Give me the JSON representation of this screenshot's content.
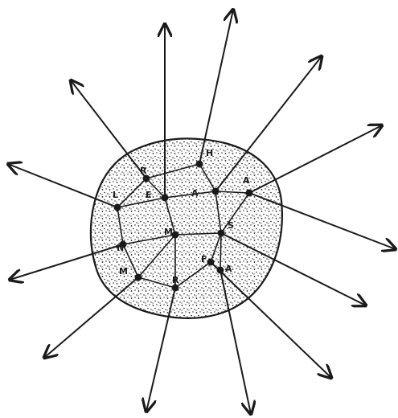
{
  "diagram": {
    "ink_color": "#1a1a1a",
    "paper_color": "#ffffff",
    "nodes": [
      {
        "id": "n1",
        "label": "H"
      },
      {
        "id": "n2",
        "label": "A"
      },
      {
        "id": "n3",
        "label": "E"
      },
      {
        "id": "n4",
        "label": "A"
      },
      {
        "id": "n5",
        "label": "R"
      },
      {
        "id": "n6",
        "label": "L"
      },
      {
        "id": "n7",
        "label": "M"
      },
      {
        "id": "n8",
        "label": "S"
      },
      {
        "id": "n9",
        "label": "N"
      },
      {
        "id": "n10",
        "label": "F"
      },
      {
        "id": "n11",
        "label": "M"
      },
      {
        "id": "n12",
        "label": "R"
      },
      {
        "id": "n13",
        "label": "A"
      }
    ]
  }
}
